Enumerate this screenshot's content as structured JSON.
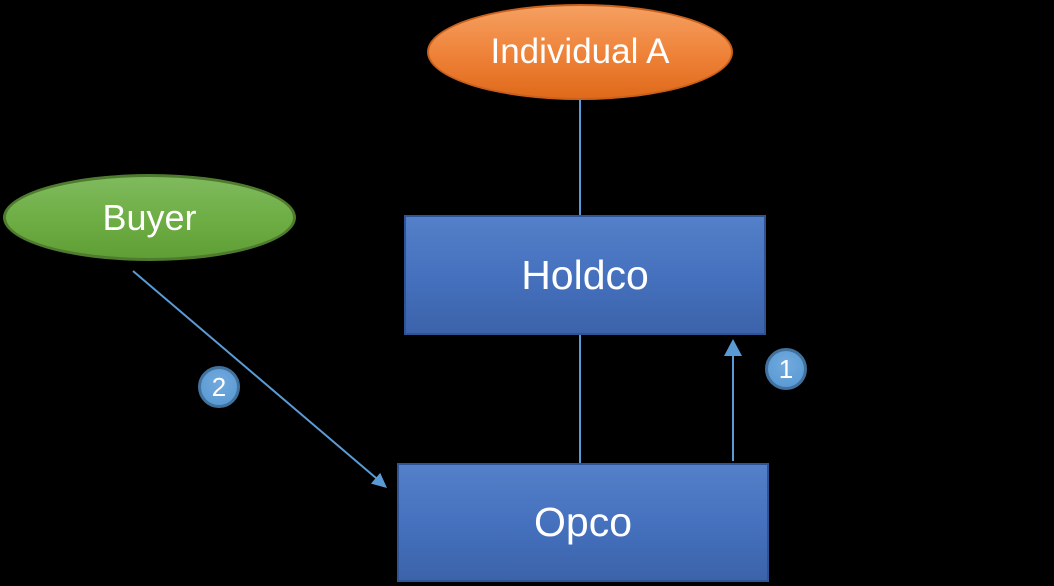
{
  "canvas": {
    "background": "#000000"
  },
  "colors": {
    "connector_blue": "#5B9BD5",
    "node_blue_fill": "#4472C4",
    "node_blue_border": "#2F5496",
    "node_orange_fill": "#ED7D31",
    "node_orange_border": "#C9611C",
    "node_green_fill": "#70AD47",
    "node_green_border": "#4E7B2E",
    "badge_fill": "#5B9BD5",
    "badge_border": "#41719C",
    "label_text": "#FFFFFF"
  },
  "nodes": {
    "individual_a": {
      "label": "Individual A",
      "shape": "ellipse",
      "fill": "#ED7D31"
    },
    "buyer": {
      "label": "Buyer",
      "shape": "ellipse",
      "fill": "#70AD47"
    },
    "holdco": {
      "label": "Holdco",
      "shape": "rectangle",
      "fill": "#4472C4"
    },
    "opco": {
      "label": "Opco",
      "shape": "rectangle",
      "fill": "#4472C4"
    }
  },
  "connectors": [
    {
      "from": "Individual A",
      "to": "Holdco",
      "style": "line"
    },
    {
      "from": "Holdco",
      "to": "Opco",
      "style": "line"
    },
    {
      "from": "Opco",
      "to": "Holdco",
      "style": "arrow",
      "badge": "1"
    },
    {
      "from": "Buyer",
      "to": "Opco",
      "style": "arrow",
      "badge": "2"
    }
  ]
}
